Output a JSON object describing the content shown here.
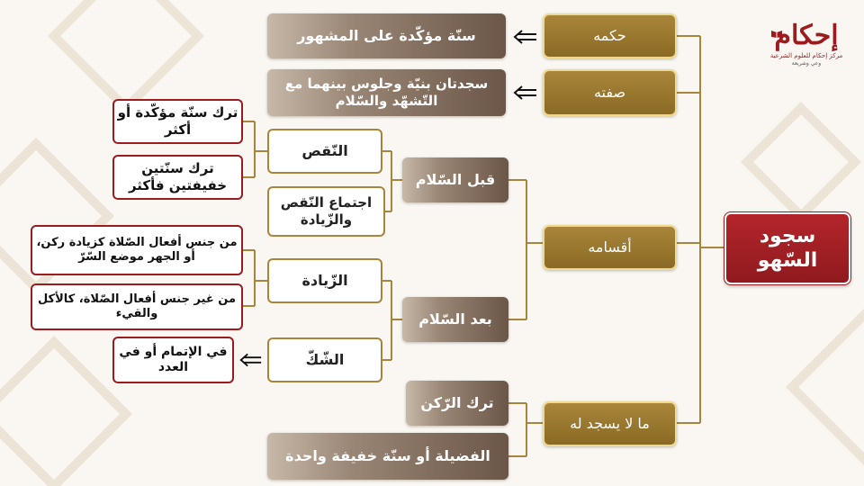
{
  "logo": {
    "word": "إحكام",
    "subtitle": "مركز إحكام للعلوم الشرعية",
    "tagline": "وعي وشريعة"
  },
  "root": {
    "label": "سجود السّهو"
  },
  "branches": {
    "ruling": {
      "label": "حكمه",
      "value": "سنّة مؤكّدة على المشهور"
    },
    "description": {
      "label": "صفته",
      "value": "سجدتان بنيّة وجلوس بينهما مع التّشهّد والسّلام"
    },
    "divisions": {
      "label": "أقسامه"
    },
    "not_prostrated_for": {
      "label": "ما لا يسجد له"
    }
  },
  "before_salam": {
    "label": "قبل السّلام",
    "deficiency": {
      "label": "النّقص",
      "items": [
        "ترك سنّة مؤكّدة أو أكثر",
        "ترك سنّتين خفيفتين فأكثر"
      ]
    },
    "combined": {
      "label": "اجتماع النّقص والزّيادة"
    }
  },
  "after_salam": {
    "label": "بعد السّلام",
    "addition": {
      "label": "الزّيادة",
      "items": [
        "من جنس أفعال الصّلاة كزيادة ركن، أو الجهر موضع السّرّ",
        "من غير جنس أفعال الصّلاة، كالأكل والقيء"
      ]
    },
    "doubt": {
      "label": "الشّكّ",
      "detail": "في الإتمام أو في العدد"
    }
  },
  "not_prostrated_items": [
    "ترك الرّكن",
    "الفضيلة أو سنّة خفيفة واحدة"
  ],
  "colors": {
    "gold": "#a8853a",
    "red": "#9b1b1f",
    "brown": "#6b5647",
    "line": "#a8853a"
  },
  "icons": [
    "left-arrow-icon",
    "book-icon"
  ]
}
